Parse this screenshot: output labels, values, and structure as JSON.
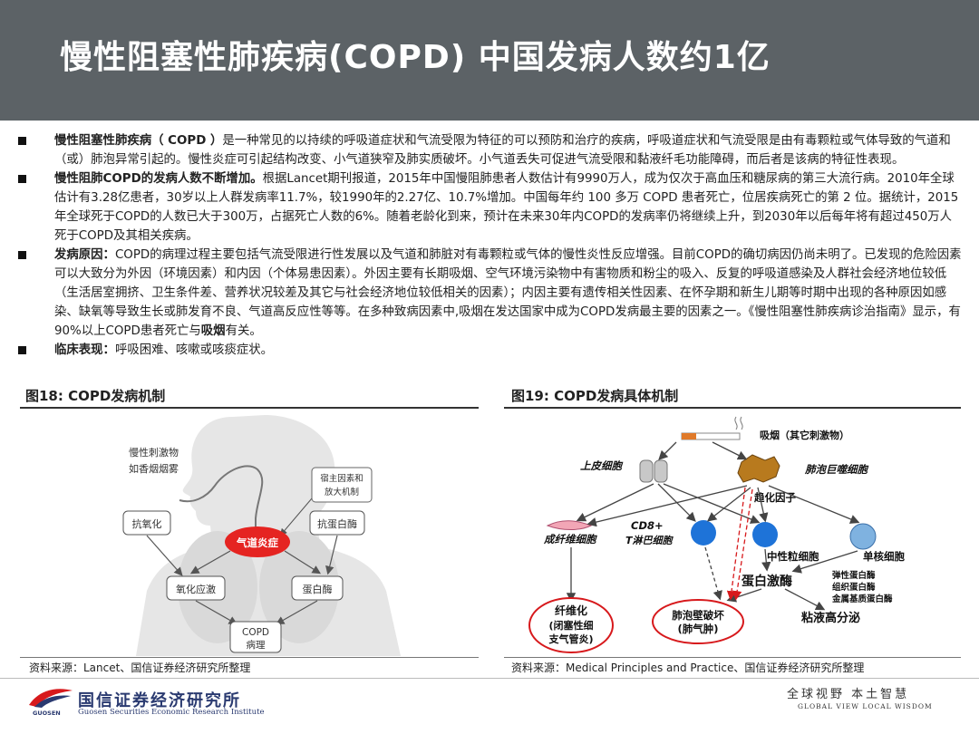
{
  "title": "慢性阻塞性肺疾病(COPD) 中国发病人数约1亿",
  "bullets": [
    {
      "lead": "慢性阻塞性肺疾病（ COPD ）",
      "text": "是一种常见的以持续的呼吸道症状和气流受限为特征的可以预防和治疗的疾病，呼吸道症状和气流受限是由有毒颗粒或气体导致的气道和（或）肺泡异常引起的。慢性炎症可引起结构改变、小气道狭窄及肺实质破坏。小气道丢失可促进气流受限和黏液纤毛功能障碍，而后者是该病的特征性表现。"
    },
    {
      "lead": "慢性阻肺COPD的发病人数不断增加。",
      "text": "根据Lancet期刊报道，2015年中国慢阻肺患者人数估计有9990万人，成为仅次于高血压和糖尿病的第三大流行病。2010年全球估计有3.28亿患者，30岁以上人群发病率11.7%，较1990年的2.27亿、10.7%增加。中国每年约 100 多万 COPD 患者死亡，位居疾病死亡的第 2 位。据统计，2015年全球死于COPD的人数已大于300万，占据死亡人数的6%。随着老龄化到来，预计在未来30年内COPD的发病率仍将继续上升，到2030年以后每年将有超过450万人死于COPD及其相关疾病。"
    },
    {
      "lead": "发病原因：",
      "text": "COPD的病理过程主要包括气流受限进行性发展以及气道和肺脏对有毒颗粒或气体的慢性炎性反应增强。目前COPD的确切病因仍尚未明了。已发现的危险因素可以大致分为外因（环境因素）和内因（个体易患因素）。外因主要有长期吸烟、空气环境污染物中有害物质和粉尘的吸入、反复的呼吸道感染及人群社会经济地位较低（生活居室拥挤、卫生条件差、营养状况较差及其它与社会经济地位较低相关的因素）；内因主要有遗传相关性因素、在怀孕期和新生儿期等时期中出现的各种原因如感染、缺氧等导致生长或肺发育不良、气道高反应性等等。在多种致病因素中,吸烟在发达国家中成为COPD发病最主要的因素之一。《慢性阻塞性肺疾病诊治指南》显示，有90%以上COPD患者死亡与",
      "emph": "吸烟",
      "tail": "有关。"
    },
    {
      "lead": "临床表现：",
      "text": "呼吸困难、咳嗽或咳痰症状。"
    }
  ],
  "fig18": {
    "title": "图18:  COPD发病机制",
    "source": "资料来源：Lancet、国信证券经济研究所整理",
    "labels": {
      "irritant1": "慢性刺激物",
      "irritant2": "如香烟烟雾",
      "host1": "宿主因素和",
      "host2": "放大机制",
      "antioxidant": "抗氧化",
      "antiprotease": "抗蛋白酶",
      "inflammation": "气道炎症",
      "oxidative": "氧化应激",
      "protease": "蛋白酶",
      "path1": "COPD",
      "path2": "病理"
    }
  },
  "fig19": {
    "title": "图19:  COPD发病具体机制",
    "source": "资料来源：Medical Principles and Practice、国信证券经济研究所整理",
    "labels": {
      "smoke": "吸烟（其它刺激物）",
      "epithelial": "上皮细胞",
      "macrophage": "肺泡巨噬细胞",
      "chemo": "趋化因子",
      "fibroblast": "成纤维细胞",
      "cd8a": "CD8+",
      "cd8b": "T淋巴细胞",
      "neutrophil": "中性粒细胞",
      "monocyte": "单核细胞",
      "protease": "蛋白激酶",
      "sub1": "弹性蛋白酶",
      "sub2": "组织蛋白酶",
      "sub3": "金属基质蛋白酶",
      "fib1": "纤维化",
      "fib2": "(闭塞性细",
      "fib3": "支气管炎)",
      "alv1": "肺泡壁破坏",
      "alv2": "(肺气肿)",
      "mucus": "粘液高分泌"
    }
  },
  "footer": {
    "logo_cn": "国信证券经济研究所",
    "logo_en": "Guosen Securities Economic Research Institute",
    "logo_mini": "GUOSEN",
    "slogan_cn": "全球视野  本土智慧",
    "slogan_en": "GLOBAL VIEW  LOCAL WISDOM"
  },
  "colors": {
    "header_bg": "#5c6266",
    "inflammation": "#e52421",
    "logo": "#2a3a70",
    "accent_red": "#d7191c"
  }
}
